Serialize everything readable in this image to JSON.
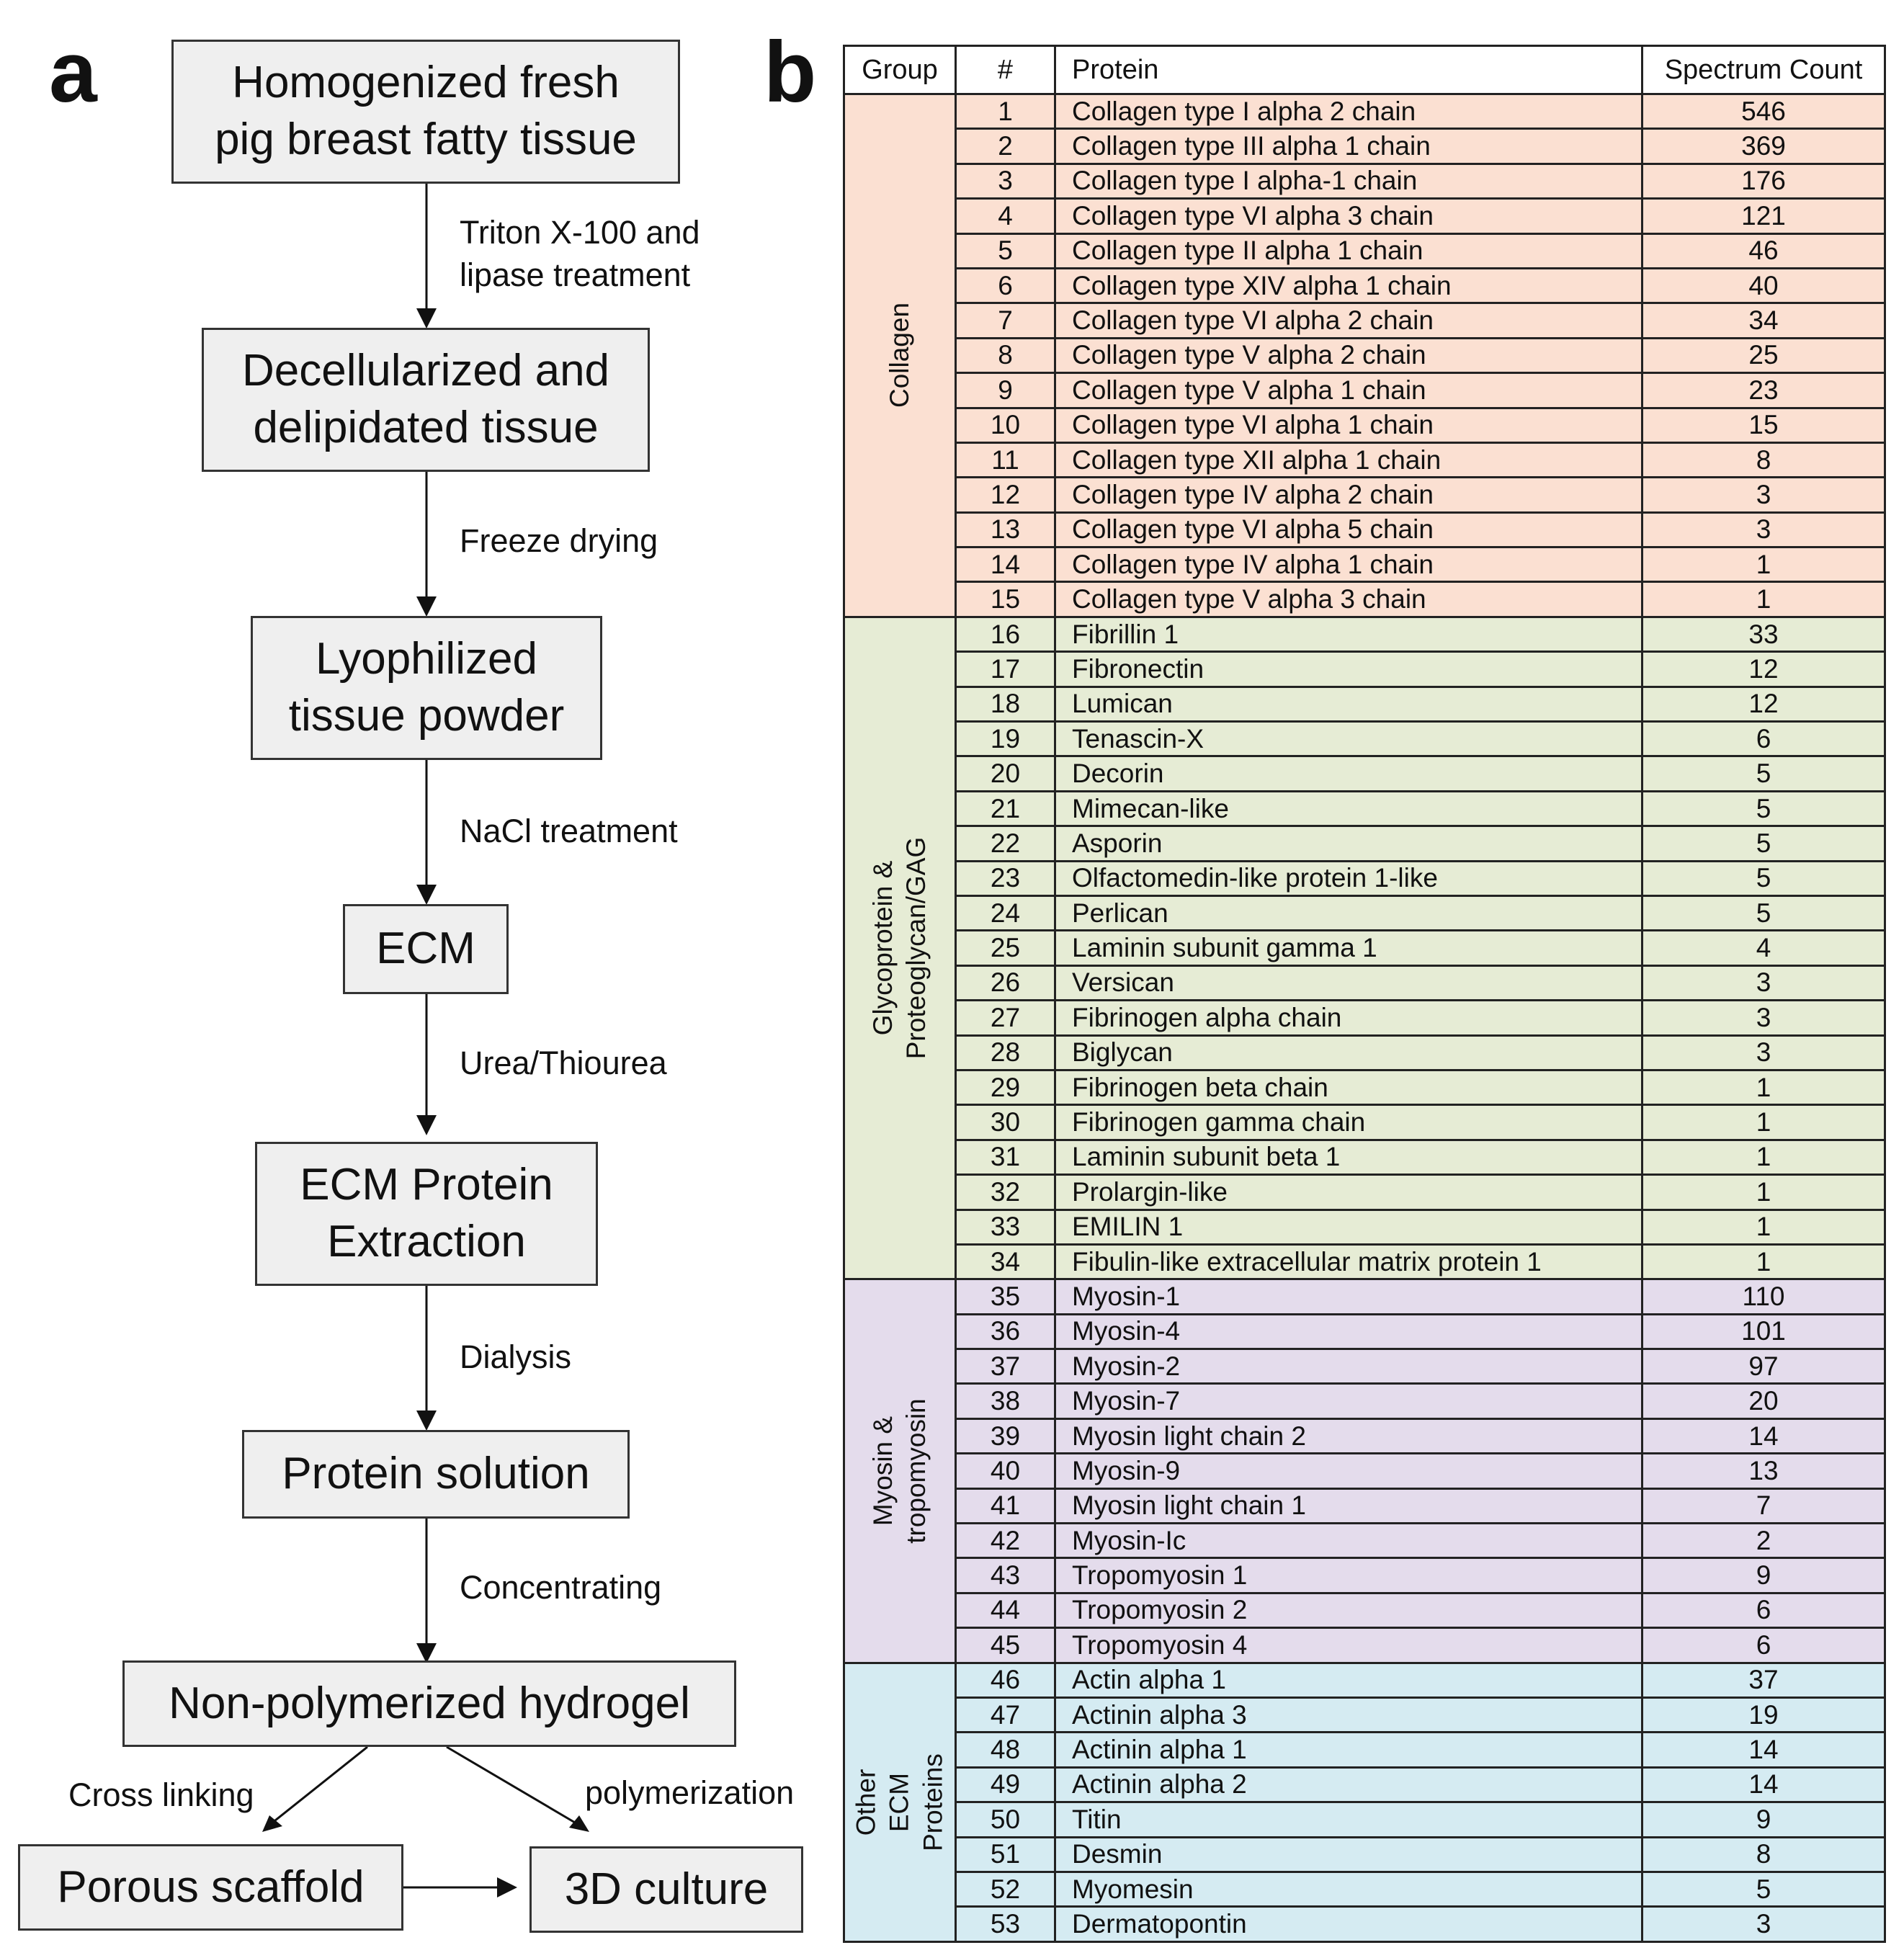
{
  "panel_a": {
    "letter": "a",
    "boxes": [
      "Homogenized fresh\npig breast fatty tissue",
      "Decellularized and\ndelipidated tissue",
      "Lyophilized\ntissue powder",
      "ECM",
      "ECM Protein\nExtraction",
      "Protein solution",
      "Non-polymerized hydrogel",
      "Porous scaffold",
      "3D culture"
    ],
    "steps": [
      "Triton X-100 and\nlipase treatment",
      "Freeze drying",
      "NaCl treatment",
      "Urea/Thiourea",
      "Dialysis",
      "Concentrating",
      "Cross linking",
      "polymerization"
    ]
  },
  "panel_b": {
    "letter": "b",
    "headers": {
      "group": "Group",
      "num": "#",
      "protein": "Protein",
      "count": "Spectrum Count"
    },
    "groups": [
      {
        "name": "Collagen",
        "color": "#fbe0d2",
        "rows": [
          [
            "1",
            "Collagen type I alpha 2 chain",
            "546"
          ],
          [
            "2",
            "Collagen type III alpha 1 chain",
            "369"
          ],
          [
            "3",
            "Collagen type I alpha-1 chain",
            "176"
          ],
          [
            "4",
            "Collagen type VI alpha 3 chain",
            "121"
          ],
          [
            "5",
            "Collagen type II alpha 1 chain",
            "46"
          ],
          [
            "6",
            "Collagen type XIV alpha 1 chain",
            "40"
          ],
          [
            "7",
            "Collagen type VI alpha 2 chain",
            "34"
          ],
          [
            "8",
            "Collagen type V alpha 2 chain",
            "25"
          ],
          [
            "9",
            "Collagen type V alpha 1 chain",
            "23"
          ],
          [
            "10",
            "Collagen type VI alpha 1 chain",
            "15"
          ],
          [
            "11",
            "Collagen type XII alpha 1 chain",
            "8"
          ],
          [
            "12",
            "Collagen type IV alpha 2 chain",
            "3"
          ],
          [
            "13",
            "Collagen type VI alpha 5 chain",
            "3"
          ],
          [
            "14",
            "Collagen type IV alpha 1 chain",
            "1"
          ],
          [
            "15",
            "Collagen type V alpha 3 chain",
            "1"
          ]
        ]
      },
      {
        "name": "Glycoprotein & Proteoglycan/GAG",
        "color": "#e6ecd5",
        "rows": [
          [
            "16",
            "Fibrillin 1",
            "33"
          ],
          [
            "17",
            "Fibronectin",
            "12"
          ],
          [
            "18",
            "Lumican",
            "12"
          ],
          [
            "19",
            "Tenascin-X",
            "6"
          ],
          [
            "20",
            "Decorin",
            "5"
          ],
          [
            "21",
            "Mimecan-like",
            "5"
          ],
          [
            "22",
            "Asporin",
            "5"
          ],
          [
            "23",
            "Olfactomedin-like protein 1-like",
            "5"
          ],
          [
            "24",
            "Perlican",
            "5"
          ],
          [
            "25",
            "Laminin subunit gamma 1",
            "4"
          ],
          [
            "26",
            "Versican",
            "3"
          ],
          [
            "27",
            "Fibrinogen alpha chain",
            "3"
          ],
          [
            "28",
            "Biglycan",
            "3"
          ],
          [
            "29",
            "Fibrinogen beta chain",
            "1"
          ],
          [
            "30",
            "Fibrinogen gamma chain",
            "1"
          ],
          [
            "31",
            "Laminin subunit beta 1",
            "1"
          ],
          [
            "32",
            "Prolargin-like",
            "1"
          ],
          [
            "33",
            "EMILIN 1",
            "1"
          ],
          [
            "34",
            "Fibulin-like extracellular matrix protein 1",
            "1"
          ]
        ]
      },
      {
        "name": "Myosin & tropomyosin",
        "color": "#e4dcec",
        "rows": [
          [
            "35",
            "Myosin-1",
            "110"
          ],
          [
            "36",
            "Myosin-4",
            "101"
          ],
          [
            "37",
            "Myosin-2",
            "97"
          ],
          [
            "38",
            "Myosin-7",
            "20"
          ],
          [
            "39",
            "Myosin light chain 2",
            "14"
          ],
          [
            "40",
            "Myosin-9",
            "13"
          ],
          [
            "41",
            "Myosin light chain 1",
            "7"
          ],
          [
            "42",
            "Myosin-Ic",
            "2"
          ],
          [
            "43",
            "Tropomyosin 1",
            "9"
          ],
          [
            "44",
            "Tropomyosin 2",
            "6"
          ],
          [
            "45",
            "Tropomyosin 4",
            "6"
          ]
        ]
      },
      {
        "name": "Other ECM\nProteins",
        "color": "#d5ebf2",
        "rows": [
          [
            "46",
            "Actin alpha 1",
            "37"
          ],
          [
            "47",
            "Actinin alpha 3",
            "19"
          ],
          [
            "48",
            "Actinin alpha 1",
            "14"
          ],
          [
            "49",
            "Actinin alpha 2",
            "14"
          ],
          [
            "50",
            "Titin",
            "9"
          ],
          [
            "51",
            "Desmin",
            "8"
          ],
          [
            "52",
            "Myomesin",
            "5"
          ],
          [
            "53",
            "Dermatopontin",
            "3"
          ]
        ]
      }
    ]
  }
}
